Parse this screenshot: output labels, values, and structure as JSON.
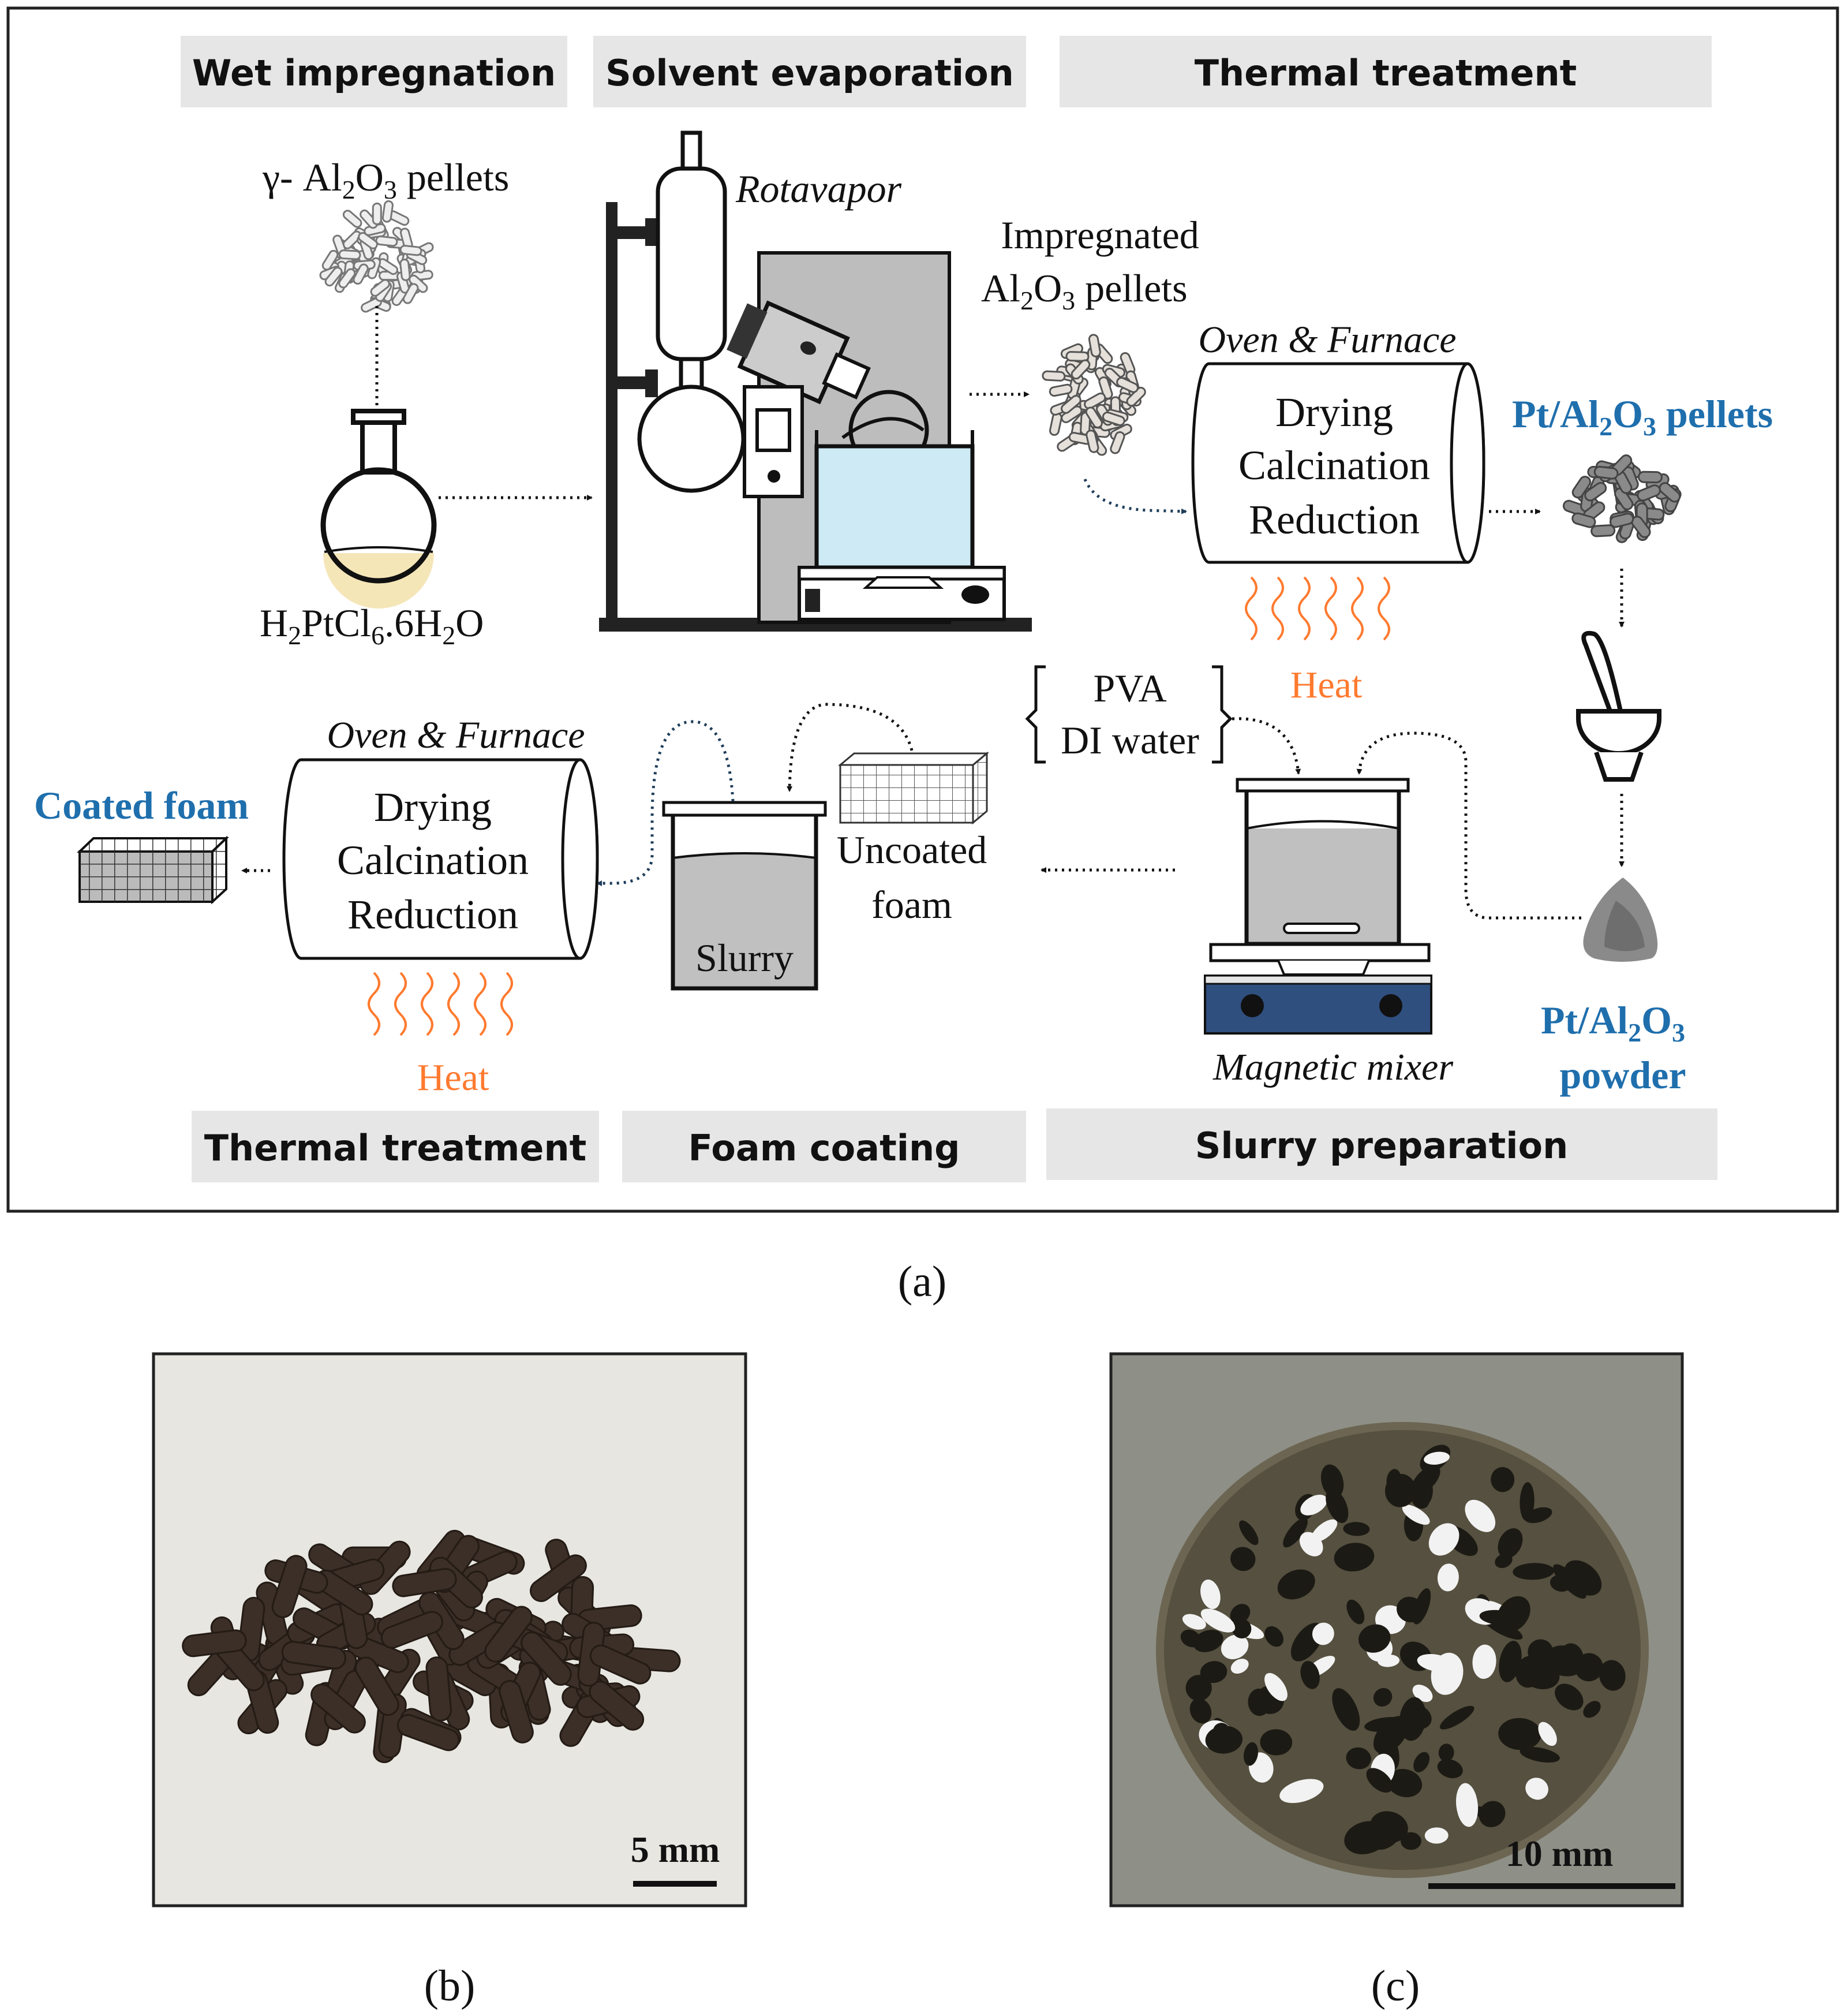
{
  "colors": {
    "blue_text": "#1f6fad",
    "orange": "#ff7a2f",
    "band": "#e6e6e6",
    "frame": "#222222",
    "water": "#cdeaf5",
    "stir_base": "#2f4f7f",
    "slurry": "#c0c0c0",
    "cream": "#f5e6b8",
    "photo_bg_b": "#e8e6e1",
    "photo_bg_c": "#8e8f86",
    "pellet_dark": "#3b2f27",
    "foam_dark": "#55503f"
  },
  "labels": {
    "wet_impregnation": "Wet impregnation",
    "solvent_evaporation": "Solvent evaporation",
    "thermal_treatment_top": "Thermal treatment",
    "thermal_treatment_bottom": "Thermal treatment",
    "foam_coating": "Foam coating",
    "slurry_preparation": "Slurry preparation"
  },
  "texts": {
    "gamma_prefix": "γ- Al",
    "al_sub2": "2",
    "o_letter": "O",
    "o_sub3": "3",
    "pellets_word": " pellets",
    "precursor_a": "H",
    "precursor_b": "PtCl",
    "precursor_c": ".6H",
    "precursor_d": "O",
    "sub_2": "2",
    "sub_6": "6",
    "rotavapor": "Rotavapor",
    "impregnated_line1": "Impregnated",
    "impregnated_al": "Al",
    "impregnated_rest": " pellets",
    "oven_top": "Oven & Furnace",
    "oven_bottom": "Oven & Furnace",
    "drying": "Drying",
    "calcination": "Calcination",
    "reduction": "Reduction",
    "heat_top": "Heat",
    "heat_bottom": "Heat",
    "pt_pellets_a": "Pt/Al",
    "pt_pellets_b": "O",
    "pt_pellets_c": " pellets",
    "pt_powder_a": "Pt/Al",
    "pt_powder_b": "O",
    "pt_powder_line2": "powder",
    "pva": "PVA",
    "di_water": "DI water",
    "magnetic_mixer": "Magnetic mixer",
    "uncoated_line1": "Uncoated",
    "uncoated_line2": "foam",
    "slurry": "Slurry",
    "coated_foam": "Coated foam",
    "caption_a": "(a)",
    "caption_b": "(b)",
    "caption_c": "(c)",
    "scale_b": "5 mm",
    "scale_c": "10 mm"
  }
}
